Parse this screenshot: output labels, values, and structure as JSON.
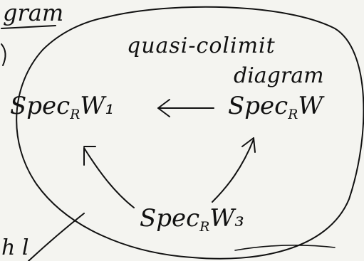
{
  "fragments": {
    "top_left": "gram",
    "bottom_left": "h   l"
  },
  "title": {
    "line1": "quasi-colimit",
    "line2": "diagram"
  },
  "nodes": {
    "w1": {
      "prefix": "Spec",
      "subscript": "R",
      "suffix": "W₁"
    },
    "w": {
      "prefix": "Spec",
      "subscript": "R",
      "suffix": "W"
    },
    "w3": {
      "prefix": "Spec",
      "subscript": "R",
      "suffix": "W₃"
    }
  },
  "colors": {
    "ink": "#111111",
    "paper": "#f4f4f0"
  }
}
